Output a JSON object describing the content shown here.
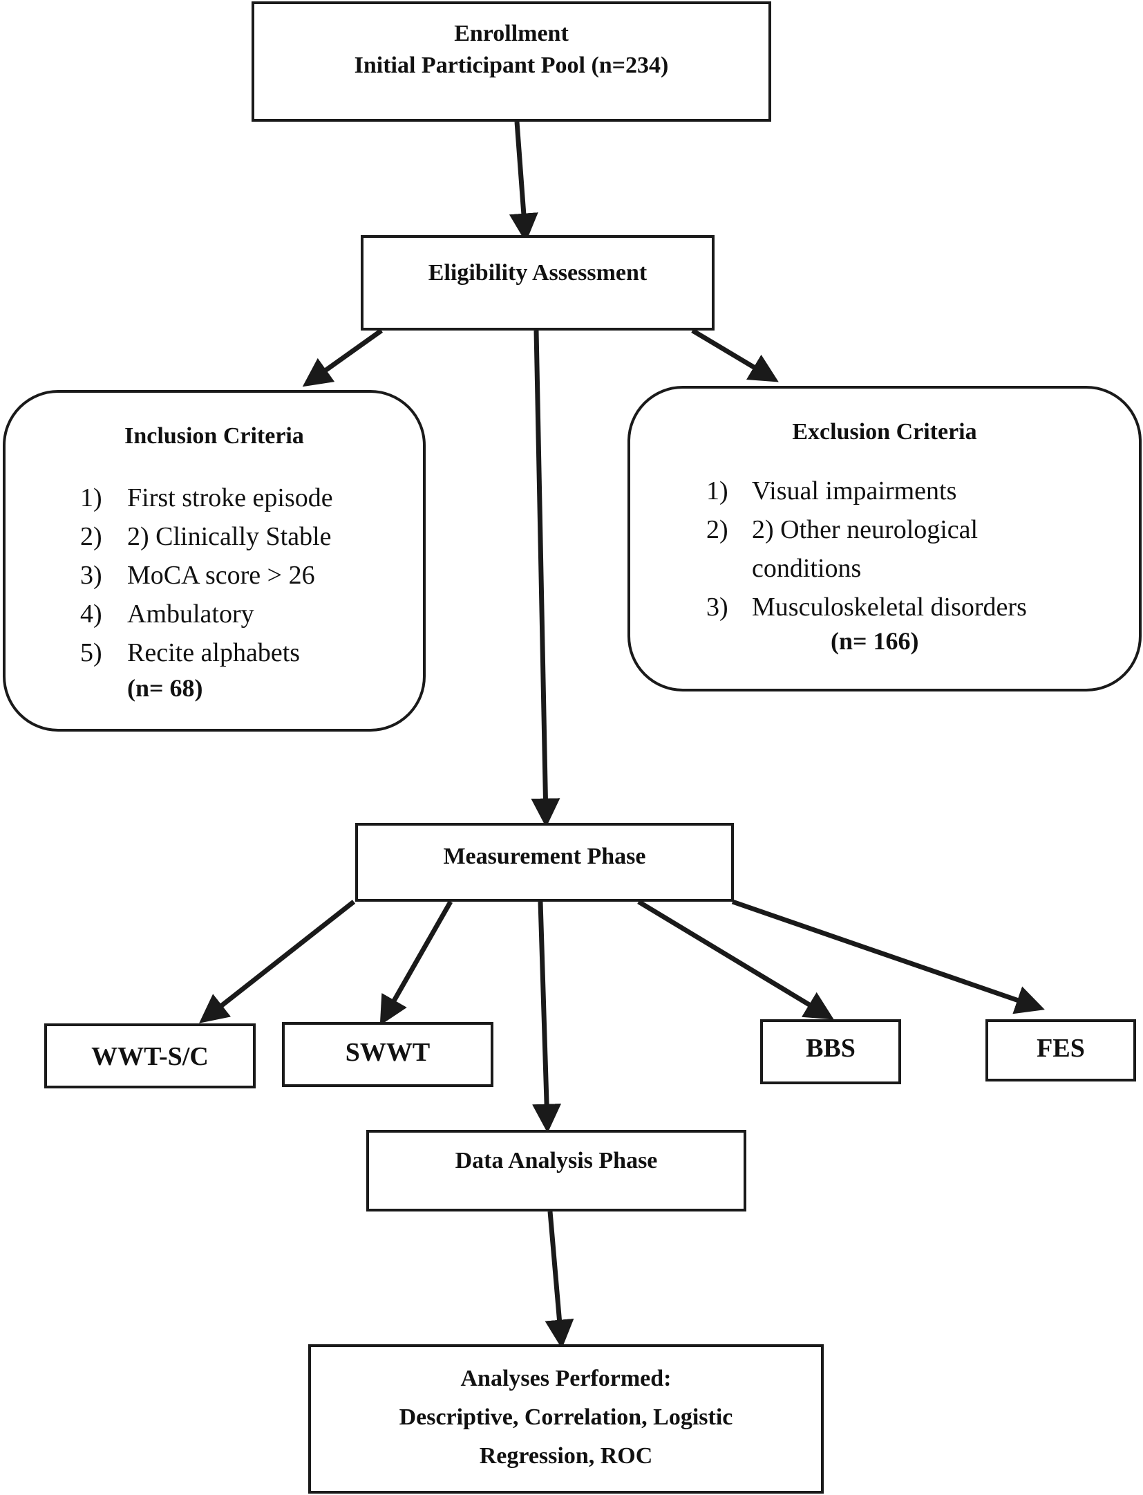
{
  "enrollment": {
    "line1": "Enrollment",
    "line2": "Initial Participant Pool (n=234)"
  },
  "eligibility": {
    "label": "Eligibility Assessment"
  },
  "inclusion": {
    "title": "Inclusion Criteria",
    "items": [
      {
        "num": "1)",
        "text": "First stroke episode"
      },
      {
        "num": "2)",
        "text": "2) Clinically Stable"
      },
      {
        "num": "3)",
        "text": "MoCA score > 26"
      },
      {
        "num": "4)",
        "text": "Ambulatory"
      },
      {
        "num": "5)",
        "text": "Recite alphabets"
      }
    ],
    "count": "(n= 68)"
  },
  "exclusion": {
    "title": "Exclusion Criteria",
    "items": [
      {
        "num": "1)",
        "text": "Visual impairments"
      },
      {
        "num": "2)",
        "text": "2) Other neurological"
      },
      {
        "num": "",
        "text": "conditions"
      },
      {
        "num": "3)",
        "text": "Musculoskeletal disorders"
      }
    ],
    "count": "(n= 166)"
  },
  "measurement": {
    "label": "Measurement Phase"
  },
  "measures": {
    "wwt": "WWT-S/C",
    "swwt": "SWWT",
    "bbs": "BBS",
    "fes": "FES"
  },
  "analysis_phase": {
    "label": "Data Analysis Phase"
  },
  "analyses": {
    "line1": "Analyses Performed:",
    "line2": "Descriptive, Correlation, Logistic",
    "line3": "Regression, ROC"
  }
}
